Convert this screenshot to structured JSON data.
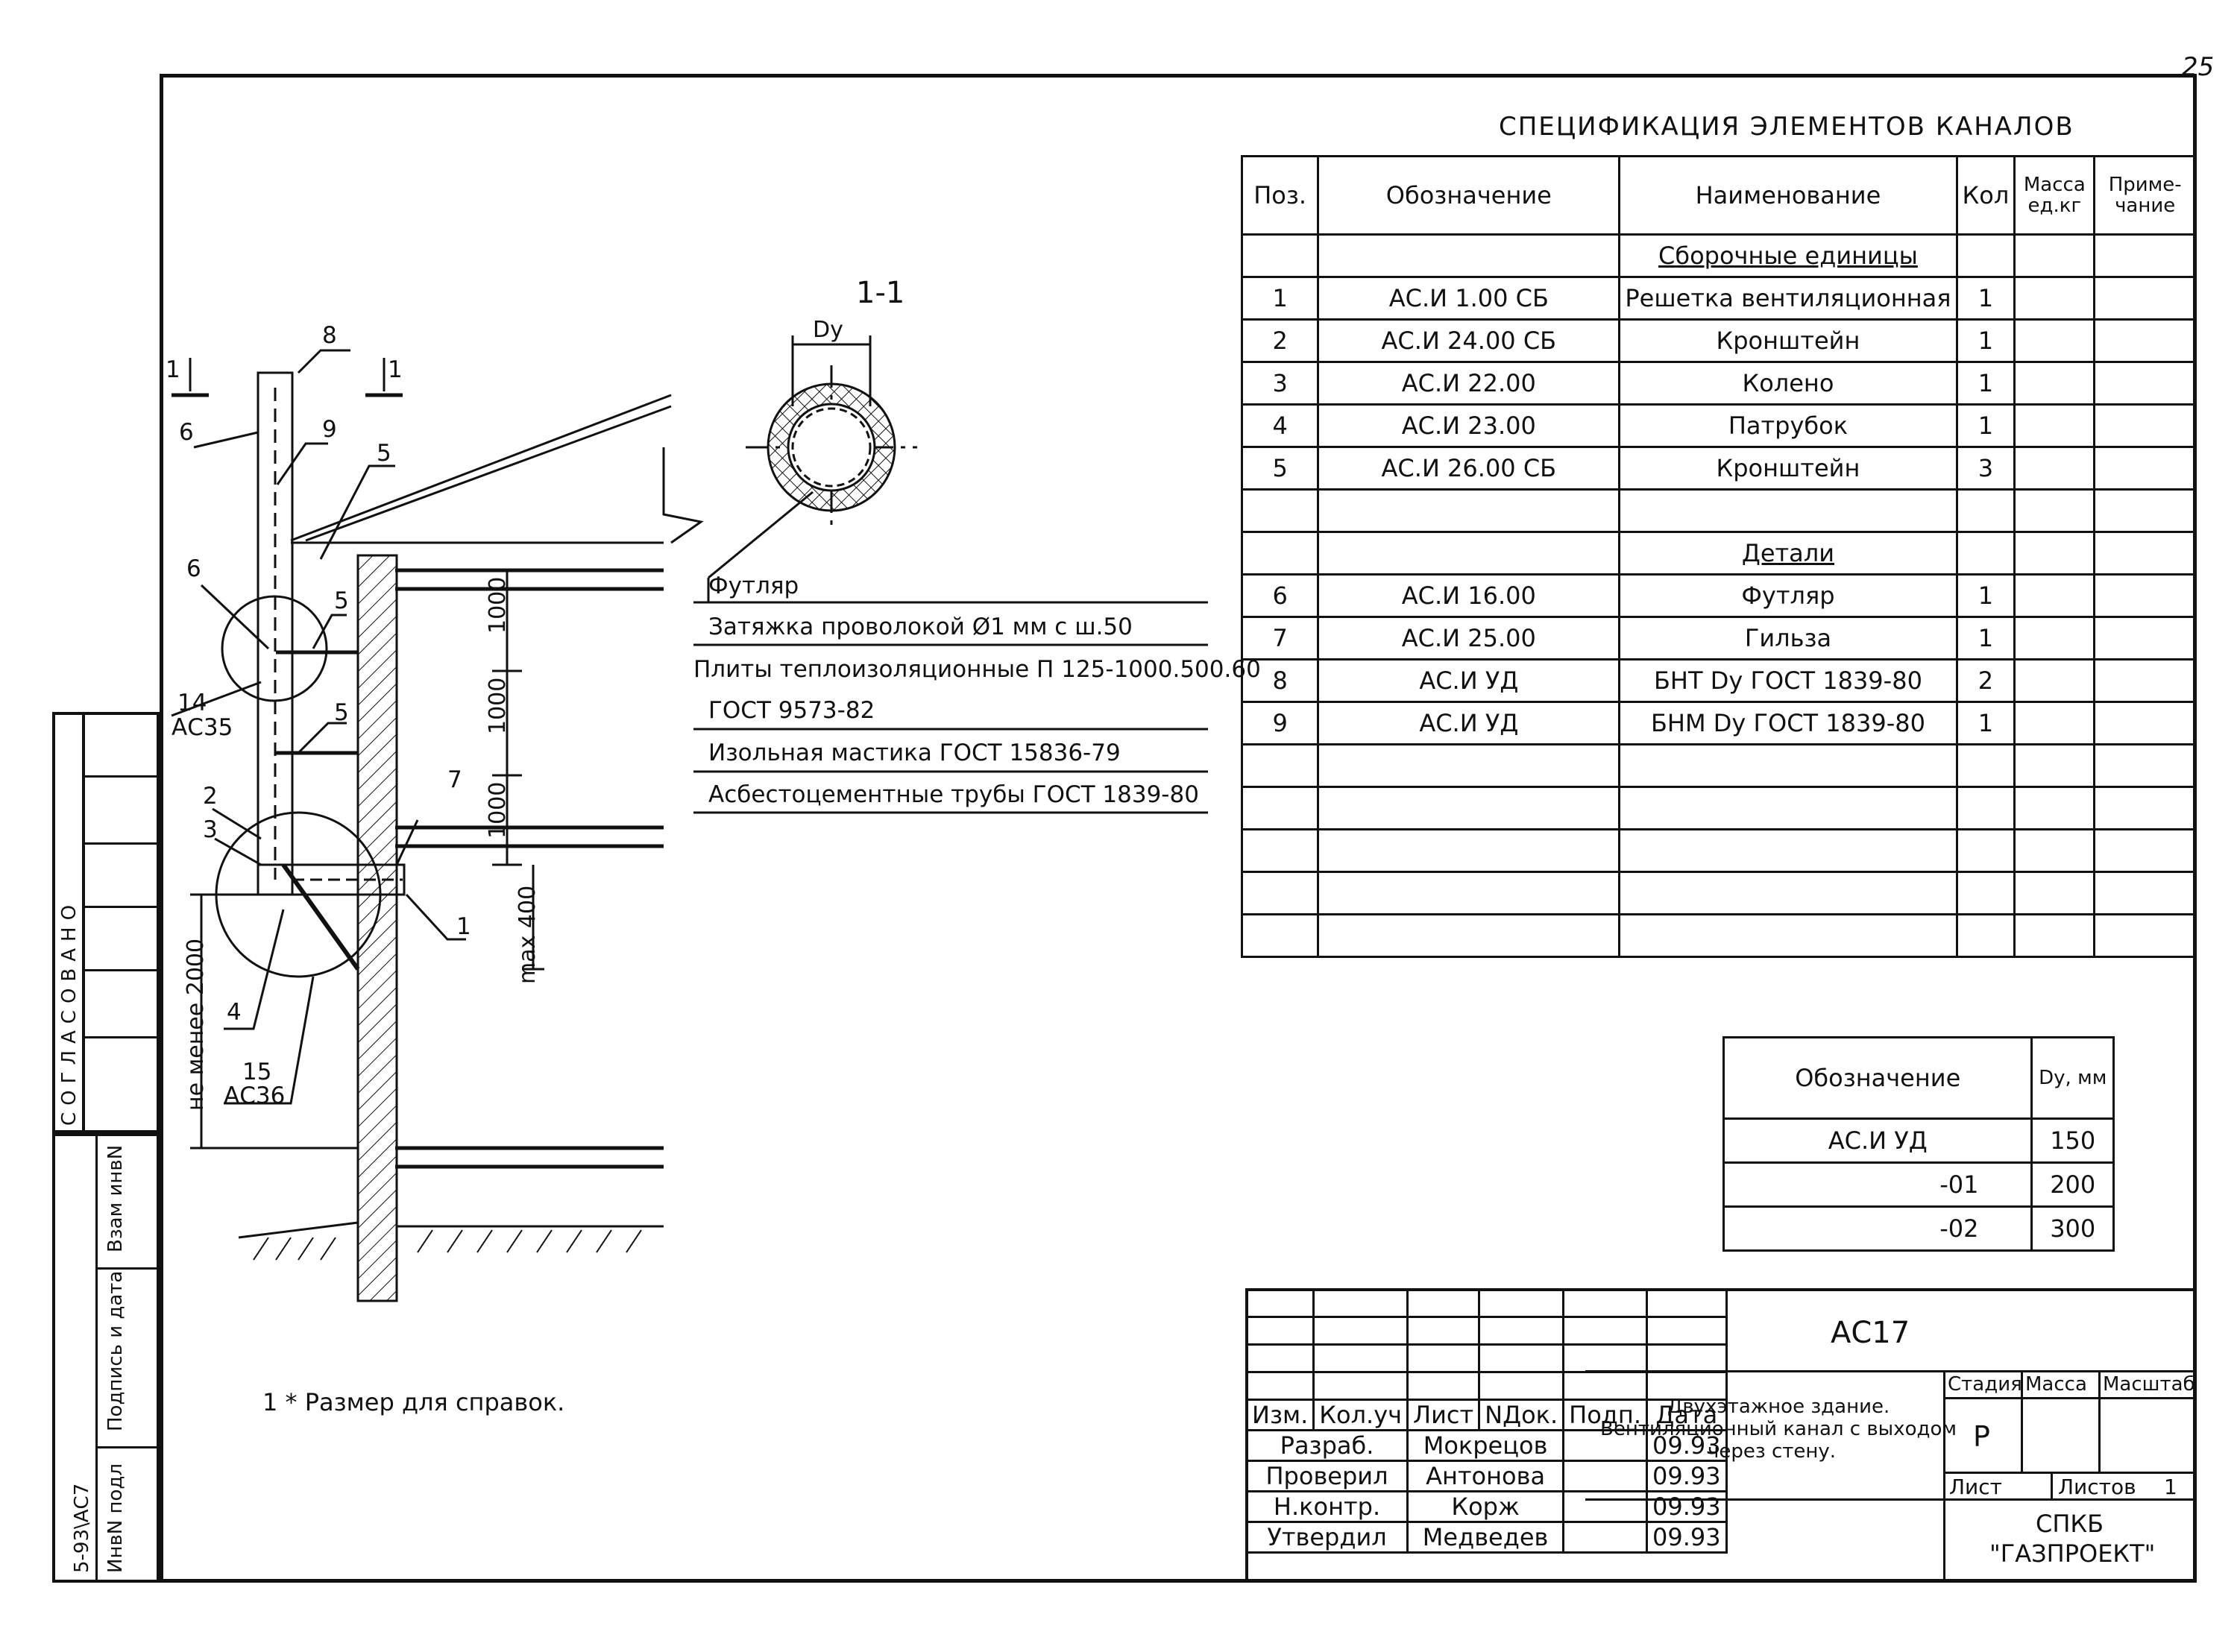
{
  "sheet_number": "25",
  "spec": {
    "title": "СПЕЦИФИКАЦИЯ ЭЛЕМЕНТОВ КАНАЛОВ",
    "headers": [
      "Поз.",
      "Обозначение",
      "Наименование",
      "Кол",
      "Масса ед.кг",
      "Приме- чание"
    ],
    "section_assembly": "Сборочные единицы",
    "section_details": "Детали",
    "rows_assembly": [
      {
        "pos": "1",
        "code": "АС.И 1.00 СБ",
        "name": "Решетка вентиляционная",
        "qty": "1"
      },
      {
        "pos": "2",
        "code": "АС.И 24.00 СБ",
        "name": "Кронштейн",
        "qty": "1"
      },
      {
        "pos": "3",
        "code": "АС.И 22.00",
        "name": "Колено",
        "qty": "1"
      },
      {
        "pos": "4",
        "code": "АС.И 23.00",
        "name": "Патрубок",
        "qty": "1"
      },
      {
        "pos": "5",
        "code": "АС.И 26.00 СБ",
        "name": "Кронштейн",
        "qty": "3"
      }
    ],
    "rows_details": [
      {
        "pos": "6",
        "code": "АС.И 16.00",
        "name": "Футляр",
        "qty": "1"
      },
      {
        "pos": "7",
        "code": "АС.И 25.00",
        "name": "Гильза",
        "qty": "1"
      },
      {
        "pos": "8",
        "code": "АС.И УД",
        "name": "БНТ Dy ГОСТ 1839-80",
        "qty": "2"
      },
      {
        "pos": "9",
        "code": "АС.И УД",
        "name": "БНМ Dy ГОСТ 1839-80",
        "qty": "1"
      }
    ]
  },
  "section_view": {
    "label": "1-1",
    "dy": "Dy"
  },
  "materials": [
    "Футляр",
    "Затяжка проволокой Ø1 мм с ш.50",
    "Плиты теплоизоляционные П 125-1000.500.60",
    "ГОСТ 9573-82",
    "Изольная мастика ГОСТ 15836-79",
    "Асбестоцементные трубы ГОСТ 1839-80"
  ],
  "drawing_labels": {
    "cut_left": "1",
    "cut_right": "1",
    "l8": "8",
    "l6a": "6",
    "l9": "9",
    "l5a": "5",
    "l6b": "6",
    "l5b": "5",
    "l14": "14",
    "ac35": "АС35",
    "l5c": "5",
    "l2": "2",
    "l7": "7",
    "l3": "3",
    "l1": "1",
    "l4": "4",
    "l15": "15",
    "ac36": "АС36",
    "dim1": "1000",
    "dim2": "1000",
    "dim3": "1000",
    "dim_max": "max 400",
    "dim_min": "не менее 2000"
  },
  "dy_table": {
    "headers": [
      "Обозначение",
      "Dy, мм"
    ],
    "rows": [
      {
        "code": "АС.И УД",
        "dy": "150"
      },
      {
        "code": "-01",
        "dy": "200"
      },
      {
        "code": "-02",
        "dy": "300"
      }
    ]
  },
  "note": "1 * Размер для справок.",
  "left_strip": {
    "agreed": "СОГЛАСОВАНО",
    "vzam": "Взам инвN",
    "podpis": "Подпись и дата",
    "inv": "ИнвN подл",
    "doc": "5-93\\АС7"
  },
  "title_block": {
    "code": "АС17",
    "description": [
      "Двухэтажное здание.",
      "Вентиляционный канал с выходом",
      "через стену."
    ],
    "stage_label": "Стадия",
    "mass_label": "Масса",
    "scale_label": "Масштаб",
    "stage": "Р",
    "sheet_label": "Лист",
    "sheets_label": "Листов",
    "sheets": "1",
    "org": [
      "СПКБ",
      "\"ГАЗПРОЕКТ\""
    ],
    "header_cols": [
      "Изм.",
      "Кол.уч",
      "Лист",
      "NДок.",
      "Подп.",
      "Дата"
    ],
    "people": [
      {
        "role": "Разраб.",
        "name": "Мокрецов",
        "date": "09.93"
      },
      {
        "role": "Проверил",
        "name": "Антонова",
        "date": "09.93"
      },
      {
        "role": "Н.контр.",
        "name": "Корж",
        "date": "09.93"
      },
      {
        "role": "Утвердил",
        "name": "Медведев",
        "date": "09.93"
      }
    ]
  }
}
